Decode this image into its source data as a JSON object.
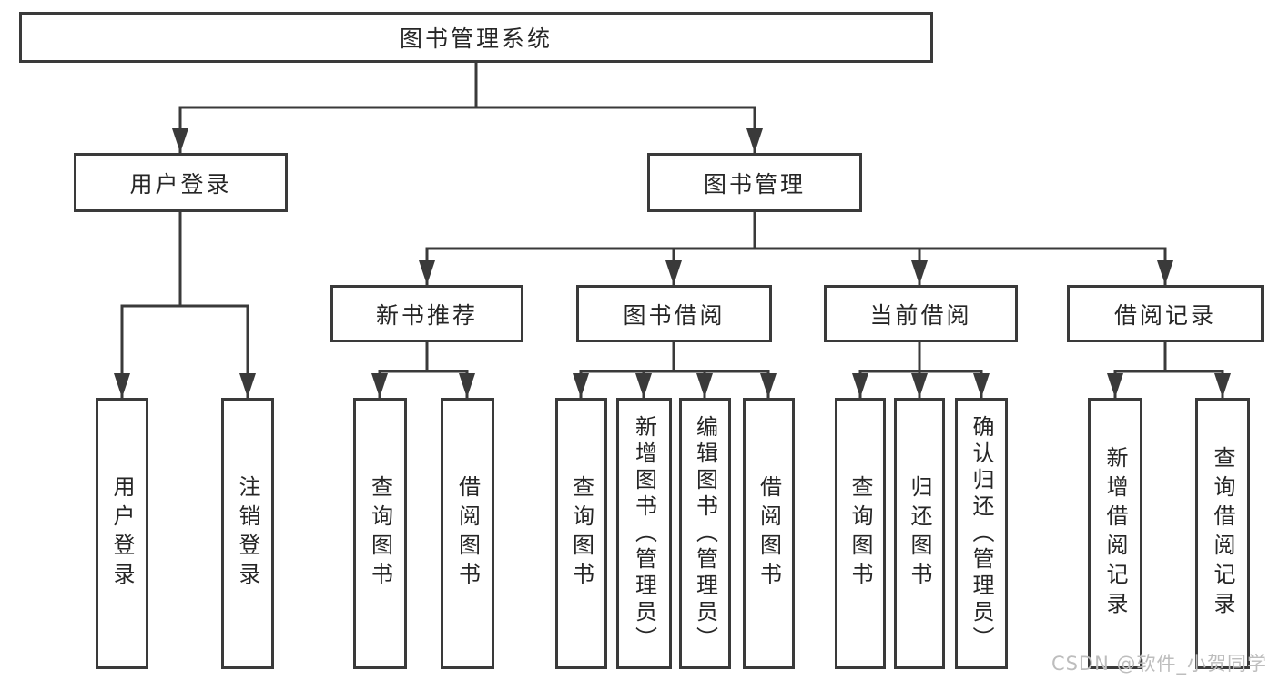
{
  "tree": {
    "root": {
      "label": "图书管理系统"
    },
    "l2": {
      "login": {
        "label": "用户登录"
      },
      "mgmt": {
        "label": "图书管理"
      }
    },
    "l3": {
      "recommend": {
        "label": "新书推荐"
      },
      "borrow": {
        "label": "图书借阅"
      },
      "current": {
        "label": "当前借阅"
      },
      "records": {
        "label": "借阅记录"
      }
    },
    "leaf": {
      "login_user": {
        "label": "用户登录"
      },
      "login_out": {
        "label": "注销登录"
      },
      "rec_query": {
        "label": "查询图书"
      },
      "rec_borrow": {
        "label": "借阅图书"
      },
      "bor_query": {
        "label": "查询图书"
      },
      "bor_add": {
        "label": "新增图书（管理员）"
      },
      "bor_edit": {
        "label": "编辑图书（管理员）"
      },
      "bor_borrow": {
        "label": "借阅图书"
      },
      "cur_query": {
        "label": "查询图书"
      },
      "cur_return": {
        "label": "归还图书"
      },
      "cur_confirm": {
        "label": "确认归还（管理员）"
      },
      "records_add": {
        "label": "新增借阅记录"
      },
      "records_query": {
        "label": "查询借阅记录"
      }
    }
  },
  "watermark": {
    "text": "CSDN @软件_小贺同学"
  },
  "colors": {
    "line": "#3a3a3a",
    "text": "#262626",
    "background": "#ffffff",
    "watermark": "#bdbdbd"
  }
}
